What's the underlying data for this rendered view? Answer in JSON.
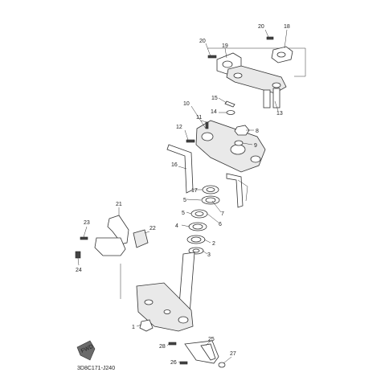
{
  "callouts": {
    "c1": "1",
    "c2": "2",
    "c3": "3",
    "c4": "4",
    "c5a": "5",
    "c5b": "5",
    "c6": "6",
    "c7": "7",
    "c8": "8",
    "c9": "9",
    "c10": "10",
    "c11": "11",
    "c12": "12",
    "c13": "13",
    "c14": "14",
    "c15": "15",
    "c16": "16",
    "c17": "17",
    "c18": "18",
    "c19": "19",
    "c20a": "20",
    "c20b": "20",
    "c21": "21",
    "c22": "22",
    "c23": "23",
    "c24": "24",
    "c25": "25",
    "c26": "26",
    "c27": "27",
    "c28": "28"
  },
  "fwd_badge": "FWD",
  "diagram_code": "3D8C171-J240"
}
